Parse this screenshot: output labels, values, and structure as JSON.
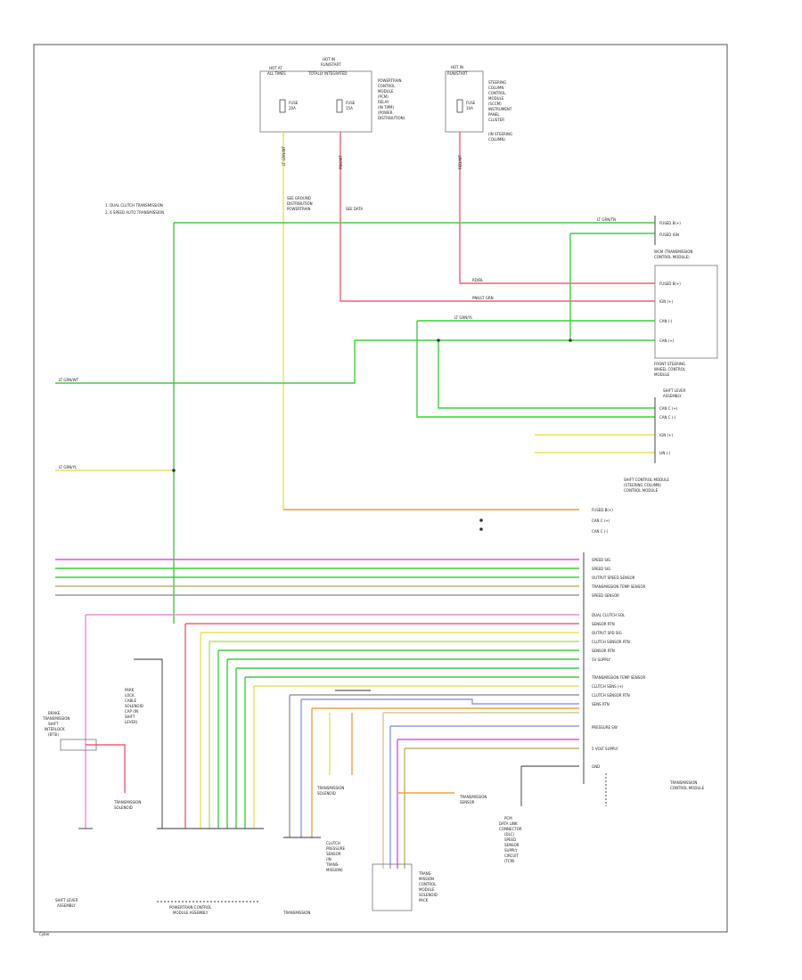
{
  "fuse_blocks": {
    "left": {
      "header": [
        "HOT AT",
        "ALL TIMES"
      ],
      "fuse": [
        "FUSE",
        "20A"
      ]
    },
    "middle": {
      "header": [
        "HOT IN",
        "RUN/START",
        "TOTALLY INTEGRATED"
      ],
      "fuse": [
        "FUSE",
        "15A"
      ]
    },
    "right": {
      "header": [
        "HOT IN",
        "RUN/START"
      ],
      "fuse": [
        "FUSE",
        "10A"
      ]
    },
    "notes_a": [
      "POWERTRAIN",
      "CONTROL",
      "MODULE",
      "(PCM)",
      "RELAY",
      "(IN TIPM)",
      "(POWER",
      "DISTRIBUTION)"
    ],
    "notes_b": [
      "STEERING",
      "COLUMN",
      "CONTROL",
      "MODULE",
      "(SCCM)",
      "INSTRUMENT",
      "PANEL",
      "CLUSTER",
      "(IN STEERING",
      "COLUMN)"
    ]
  },
  "notes": {
    "note1": "1. DUAL CLUTCH TRANSMISSION",
    "note2": "2. 6 SPEED AUTO TRANSMISSION",
    "splice_a": [
      "SEE GROUND",
      "DISTRIBUTION",
      "POWERTRAIN"
    ],
    "splice_b": "SEE DATA"
  },
  "wire_labels": {
    "drop_left": "LT GRN/WT",
    "drop_mid": "PNK/WT",
    "drop_right": "RED/WT",
    "green_run": "LT GRN/WT",
    "yel_run": "LT GRN/YL",
    "red_a": "RD/BL",
    "red_b": "PNK/LT GRN",
    "grn_a": "LT GRN/TN",
    "grn_b": "LT GRN/YL"
  },
  "connectors": {
    "c1": {
      "name": [
        "WCM (TRANSMISSION",
        "CONTROL MODULE)"
      ],
      "pins": [
        "FUSED B(+)",
        "FUSED IGN"
      ]
    },
    "c2": {
      "name": [
        "FRONT STEERING",
        "WHEEL CONTROL",
        "MODULE"
      ],
      "pins": [
        "FUSED B(+)",
        "IGN (+)",
        "CAN (-)",
        "CAN (+)"
      ]
    },
    "c3": {
      "name": [
        "SHIFT LEVER",
        "ASSEMBLY"
      ],
      "pins": [
        "CAN C (+)",
        "CAN C (-)",
        "IGN (+)",
        "LIN (-)"
      ]
    },
    "c4": {
      "name": [
        "SHIFT CONTROL MODULE",
        "(STEERING COLUMN)",
        "CONTROL MODULE"
      ],
      "pins": [
        "FUSED B(+)",
        "CAN C (+)",
        "CAN C (-)"
      ]
    }
  },
  "signals": [
    "SPEED SIG",
    "SPEED SIG",
    "OUTPUT SPEED SENSOR",
    "TRANSMISSION TEMP SENSOR",
    "SPEED SENSOR",
    "DUAL CLUTCH SOL",
    "SENSOR RTN",
    "OUTPUT SPD SIG",
    "CLUTCH SENSOR RTN",
    "SENSOR RTN",
    "5V SUPPLY",
    "TRANSMISSION TEMP SENSOR",
    "CLUTCH SENS (+)",
    "CLUTCH SENSOR RTN",
    "SENS RTN",
    "PRESSURE SW",
    "5 VOLT SUPPLY",
    "GND"
  ],
  "modules": {
    "left": [
      "SHIFT LEVER",
      "ASSEMBLY"
    ],
    "mid": [
      "POWERTRAIN CONTROL",
      "MODULE ASSEMBLY"
    ],
    "tcm": [
      "TRANSMISSION",
      "CONTROL MODULE"
    ],
    "callout_left": [
      "BRAKE",
      "TRANSMISSION",
      "SHIFT",
      "INTERLOCK",
      "(BTSI)"
    ],
    "callout_b": [
      "PARK",
      "LOCK",
      "CABLE",
      "SOLENOID",
      "CAP (IN",
      "SHIFT",
      "LEVER)"
    ],
    "callout_c": [
      "CLUTCH",
      "PRESSURE",
      "SENSOR",
      "(IN",
      "TRANS-",
      "MISSION)"
    ],
    "callout_d": [
      "TRANS-",
      "MISSION",
      "CONTROL",
      "MODULE",
      "SOLENOID",
      "PACK"
    ],
    "callout_e": [
      "PCM",
      "DATA LINK",
      "CONNECTOR",
      "(DLC)",
      "SPEED",
      "SENSOR",
      "SUPPLY",
      "CIRCUIT",
      "(TCM)"
    ],
    "trans_solenoid_a": [
      "TRANSMISSION",
      "SOLENOID"
    ],
    "trans_solenoid_b": [
      "TRANSMISSION",
      "SOLENOID"
    ],
    "trans_sensor": [
      "TRANSMISSION",
      "SENSOR"
    ],
    "footer_small": "TRANSMISSION",
    "corner": "Cyber"
  },
  "colors": {
    "green": "#3ccf3c",
    "yellow": "#e8e25a",
    "red": "#f06070",
    "pink": "#f28cd8",
    "orange": "#f5a041",
    "blue": "#8a9cf0",
    "lime": "#b9e05a",
    "tan": "#d6c6a0",
    "gray": "#9a9a9a",
    "olive": "#b8b46a",
    "magenta": "#e050e0"
  }
}
